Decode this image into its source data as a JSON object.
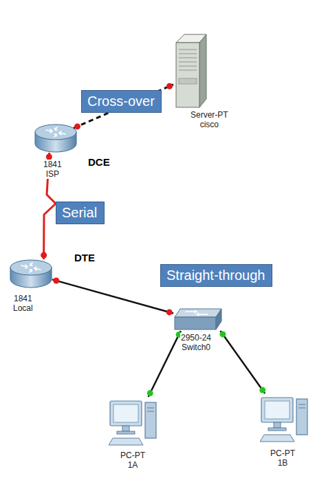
{
  "diagram": {
    "nodes": [
      {
        "text": [
          "Server-PT",
          "cisco"
        ]
      },
      {
        "text": [
          "Cross-over"
        ]
      },
      {
        "text": [
          "1841",
          "ISP"
        ]
      },
      {
        "text": [
          "Serial"
        ]
      },
      {
        "text": [
          "1841",
          "Local"
        ]
      },
      {
        "text": [
          "Straight-through"
        ]
      },
      {
        "text": [
          "2950-24",
          "Switch0"
        ]
      },
      {
        "text": [
          "PC-PT",
          "1A"
        ]
      },
      {
        "text": [
          "PC-PT",
          "1B"
        ]
      }
    ],
    "edges": [
      {
        "from": 2,
        "to": 0,
        "arrow": "none"
      },
      {
        "from": 2,
        "to": 4,
        "arrow": "none"
      },
      {
        "from": 4,
        "to": 6,
        "arrow": "none"
      },
      {
        "from": 6,
        "to": 7,
        "arrow": "none"
      },
      {
        "from": 6,
        "to": 8,
        "arrow": "none"
      }
    ],
    "labels": [
      "DCE",
      "DTE"
    ]
  }
}
